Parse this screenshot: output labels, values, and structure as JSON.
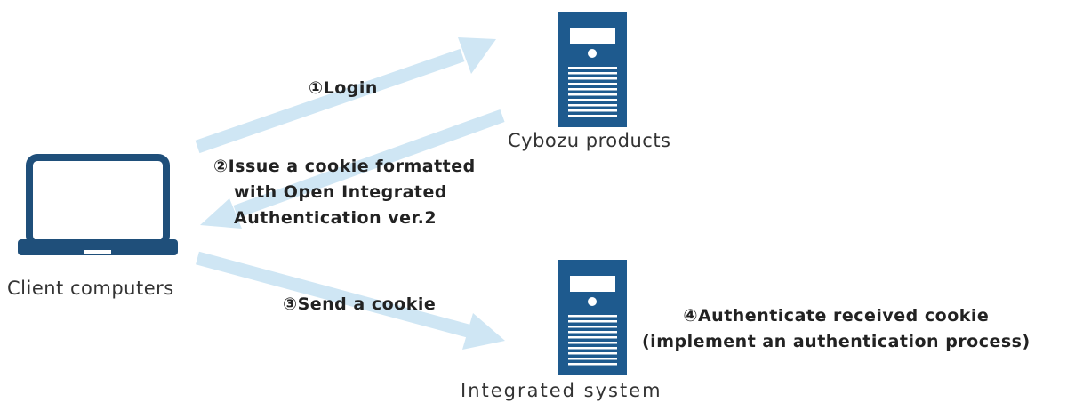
{
  "colors": {
    "arrow": "#cfe6f4",
    "server_fill": "#1e5a8e",
    "server_detail": "#ffffff",
    "laptop_stroke": "#1f4f7a",
    "text": "#333333"
  },
  "nodes": {
    "client": {
      "label": "Client computers",
      "icon": "laptop-icon"
    },
    "cybozu": {
      "label": "Cybozu products",
      "icon": "server-icon"
    },
    "integrated": {
      "label": "Integrated system",
      "icon": "server-icon"
    }
  },
  "steps": {
    "login": {
      "text": "①Login"
    },
    "issue": {
      "line1": "②Issue a cookie formatted",
      "line2": "with Open Integrated",
      "line3": "Authentication ver.2"
    },
    "send": {
      "text": "③Send a cookie"
    },
    "authenticate": {
      "line1": "④Authenticate received cookie",
      "line2": "(implement an authentication process)"
    }
  }
}
